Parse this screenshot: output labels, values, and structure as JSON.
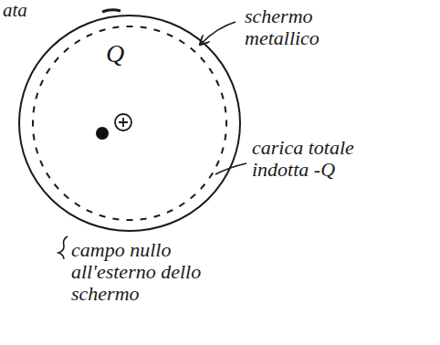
{
  "diagram": {
    "nodes": [
      {
        "text": [
          "Q"
        ]
      }
    ],
    "labels": [
      "ata",
      "schermo metallico",
      "carica totale indotta -Q",
      "campo nullo all'esterno dello schermo"
    ]
  }
}
